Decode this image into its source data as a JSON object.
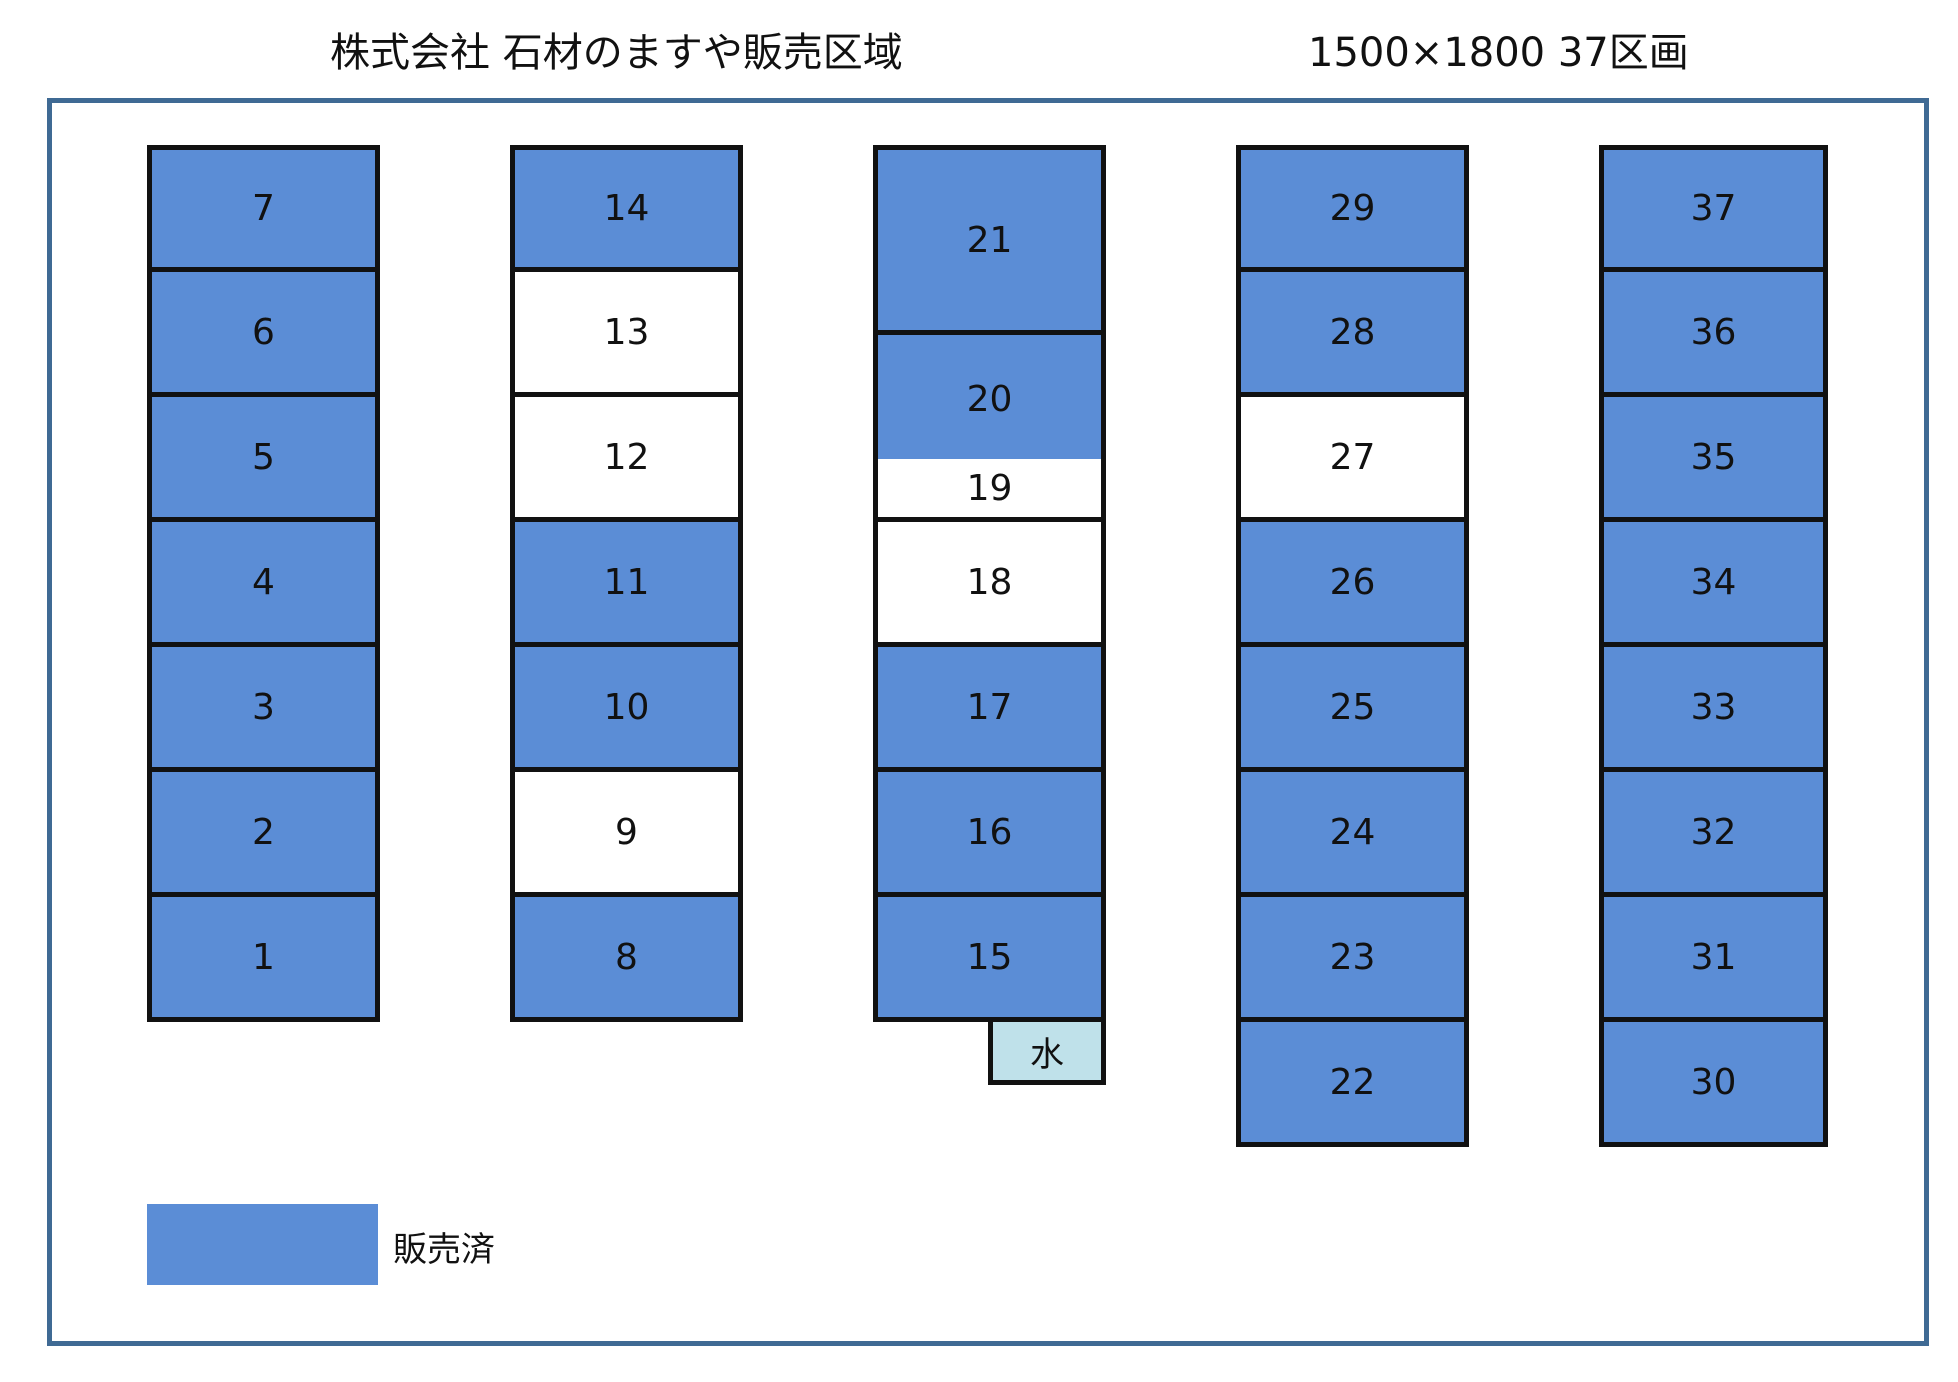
{
  "header": {
    "title": "株式会社 石材のますや販売区域",
    "spec": "1500×1800 37区画"
  },
  "colors": {
    "sold": "#5b8dd6",
    "available": "#ffffff",
    "water": "#bfe1ea",
    "frame": "#3f6a94"
  },
  "plots": [
    {
      "label": "7",
      "status": "sold"
    },
    {
      "label": "6",
      "status": "sold"
    },
    {
      "label": "5",
      "status": "sold"
    },
    {
      "label": "4",
      "status": "sold"
    },
    {
      "label": "3",
      "status": "sold"
    },
    {
      "label": "2",
      "status": "sold"
    },
    {
      "label": "1",
      "status": "sold"
    },
    {
      "label": "14",
      "status": "sold"
    },
    {
      "label": "13",
      "status": "available"
    },
    {
      "label": "12",
      "status": "available"
    },
    {
      "label": "11",
      "status": "sold"
    },
    {
      "label": "10",
      "status": "sold"
    },
    {
      "label": "9",
      "status": "available"
    },
    {
      "label": "8",
      "status": "sold"
    },
    {
      "label": "21",
      "status": "sold"
    },
    {
      "label": "20",
      "status": "sold"
    },
    {
      "label": "19",
      "status": "available"
    },
    {
      "label": "18",
      "status": "available"
    },
    {
      "label": "17",
      "status": "sold"
    },
    {
      "label": "16",
      "status": "sold"
    },
    {
      "label": "15",
      "status": "sold"
    },
    {
      "label": "29",
      "status": "sold"
    },
    {
      "label": "28",
      "status": "sold"
    },
    {
      "label": "27",
      "status": "available"
    },
    {
      "label": "26",
      "status": "sold"
    },
    {
      "label": "25",
      "status": "sold"
    },
    {
      "label": "24",
      "status": "sold"
    },
    {
      "label": "23",
      "status": "sold"
    },
    {
      "label": "22",
      "status": "sold"
    },
    {
      "label": "37",
      "status": "sold"
    },
    {
      "label": "36",
      "status": "sold"
    },
    {
      "label": "35",
      "status": "sold"
    },
    {
      "label": "34",
      "status": "sold"
    },
    {
      "label": "33",
      "status": "sold"
    },
    {
      "label": "32",
      "status": "sold"
    },
    {
      "label": "31",
      "status": "sold"
    },
    {
      "label": "30",
      "status": "sold"
    }
  ],
  "water": {
    "label": "水"
  },
  "legend": {
    "label": "販売済"
  }
}
